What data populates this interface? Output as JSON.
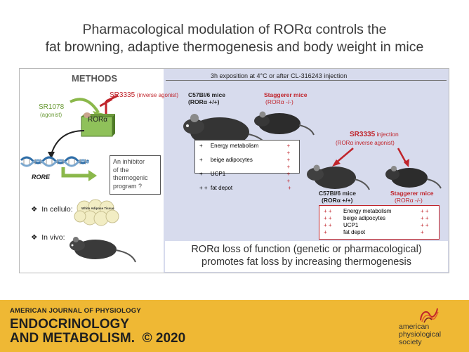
{
  "title": {
    "line1": "Pharmacological modulation of RORα controls the",
    "line2": "fat browning, adaptive thermogenesis and body weight in mice"
  },
  "methods": {
    "heading": "METHODS",
    "sr3335": "SR3335",
    "sr3335_note": "(inverse agonist)",
    "sr1078": "SR1078",
    "sr1078_note": "(agonist)",
    "rora": "RORα",
    "rore": "RORE",
    "inhibitor_box": [
      "An inhibitor",
      "of the",
      "thermogenic",
      "program ?"
    ],
    "in_cellulo": "In cellulo:",
    "wat_label": "White Adipose Tissue",
    "in_vivo": "In vivo:"
  },
  "results": {
    "exposure": "3h exposition at 4°C or after CL-316243 injection",
    "wt_label": [
      "C57Bl/6  mice",
      "(RORα +/+)"
    ],
    "stag_label": [
      "Staggerer mice",
      "(RORα -/-)"
    ],
    "table1": [
      {
        "wt": "+",
        "label": "Energy metabolism",
        "sg": "+ +"
      },
      {
        "wt": "+",
        "label": "beige adipocytes",
        "sg": "+ +"
      },
      {
        "wt": "+",
        "label": "UCP1",
        "sg": "+ +"
      },
      {
        "wt": "+ +",
        "label": "fat depot",
        "sg": "+"
      }
    ],
    "sr_injection": "SR3335",
    "sr_injection_word": " injection",
    "sr_injection_note": "(RORα inverse agonist)",
    "wt2_label": [
      "C57Bl/6  mice",
      "(RORα +/+)"
    ],
    "stag2_label": [
      "Staggerer mice",
      "(RORα -/-)"
    ],
    "table2": [
      {
        "wt": "+ +",
        "label": "Energy metabolism",
        "sg": "+ +"
      },
      {
        "wt": "+ +",
        "label": "beige adipocytes",
        "sg": "+ +"
      },
      {
        "wt": "+ +",
        "label": "UCP1",
        "sg": "+ +"
      },
      {
        "wt": "+",
        "label": "fat depot",
        "sg": "+"
      }
    ],
    "conclusion1": "RORα loss of function (genetic or pharmacological)",
    "conclusion2": "promotes fat loss by increasing thermogenesis"
  },
  "footer": {
    "journal_line": "AMERICAN JOURNAL OF PHYSIOLOGY",
    "journal_name1": "ENDOCRINOLOGY",
    "journal_name2": "AND METABOLISM.",
    "copyright": "© 2020",
    "society": [
      "american",
      "physiological",
      "society"
    ]
  },
  "colors": {
    "footer_bg": "#efb834",
    "panel_bg": "#d7dbed",
    "red": "#c0242b",
    "green": "#6a9a36"
  }
}
